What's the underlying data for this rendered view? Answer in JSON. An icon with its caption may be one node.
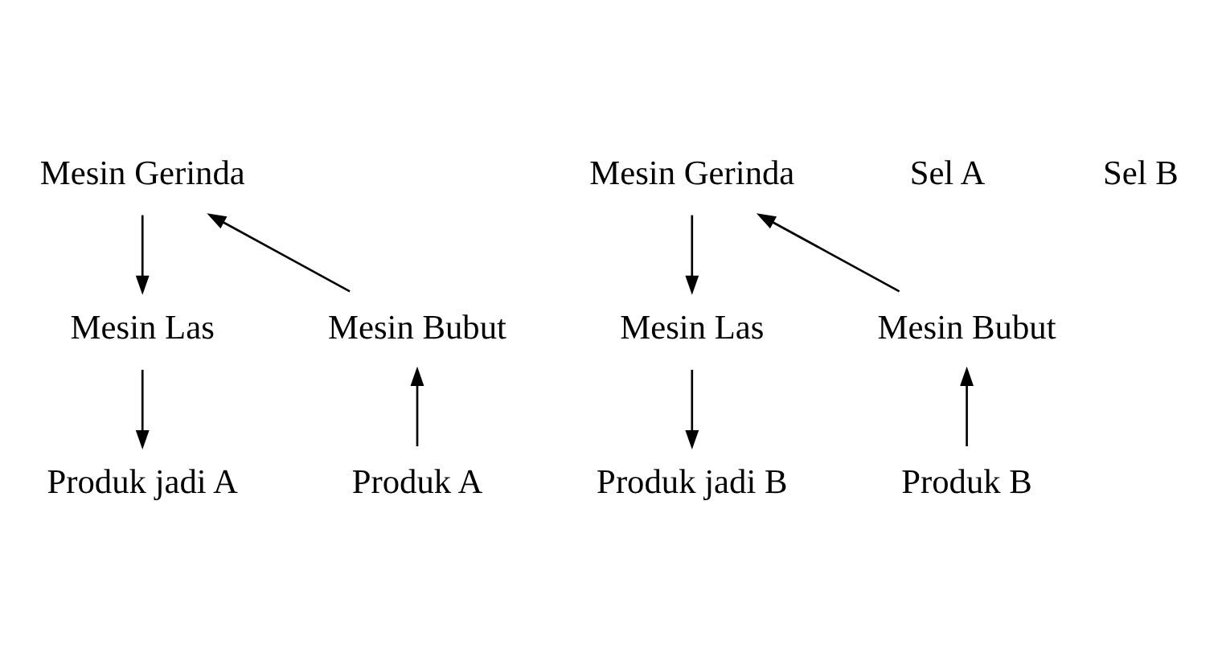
{
  "diagram": {
    "nodes": [
      {
        "text": [
          "Mesin Gerinda"
        ]
      },
      {
        "text": [
          "Mesin Bubut"
        ]
      },
      {
        "text": [
          "Mesin Las"
        ]
      },
      {
        "text": [
          "Produk A"
        ]
      },
      {
        "text": [
          "Produk jadi A"
        ]
      },
      {
        "text": [
          "Mesin Gerinda"
        ]
      },
      {
        "text": [
          "Mesin Bubut"
        ]
      },
      {
        "text": [
          "Mesin Las"
        ]
      },
      {
        "text": [
          "Produk B"
        ]
      },
      {
        "text": [
          "Produk jadi B"
        ]
      }
    ],
    "edges": [
      {
        "from": 3,
        "to": 1,
        "arrow": "to"
      },
      {
        "from": 1,
        "to": 0,
        "arrow": "to"
      },
      {
        "from": 0,
        "to": 2,
        "arrow": "to"
      },
      {
        "from": 2,
        "to": 4,
        "arrow": "to"
      },
      {
        "from": 8,
        "to": 6,
        "arrow": "to"
      },
      {
        "from": 6,
        "to": 5,
        "arrow": "to"
      },
      {
        "from": 5,
        "to": 7,
        "arrow": "to"
      },
      {
        "from": 7,
        "to": 9,
        "arrow": "to"
      }
    ],
    "labels": [
      "Sel A",
      "Sel B"
    ]
  }
}
